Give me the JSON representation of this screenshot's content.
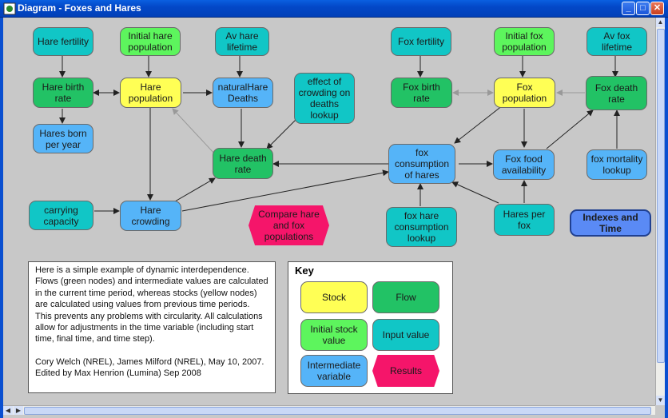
{
  "window": {
    "title": "Diagram - Foxes and Hares",
    "minimize_label": "_",
    "maximize_label": "□",
    "close_label": "✕"
  },
  "nodes": {
    "hare_fertility": "Hare fertility",
    "initial_hare_population": "Initial hare population",
    "av_hare_lifetime": "Av hare lifetime",
    "hare_birth_rate": "Hare birth rate",
    "hare_population": "Hare population",
    "natural_hare_deaths": "naturalHare Deaths",
    "effect_of_crowding": "effect of crowding on deaths lookup",
    "hares_born_per_year": "Hares born per year",
    "hare_death_rate": "Hare death rate",
    "carrying_capacity": "carrying capacity",
    "hare_crowding": "Hare crowding",
    "fox_fertility": "Fox fertility",
    "initial_fox_population": "Initial fox population",
    "av_fox_lifetime": "Av fox lifetime",
    "fox_birth_rate": "Fox birth rate",
    "fox_population": "Fox population",
    "fox_death_rate": "Fox death rate",
    "fox_consumption_of_hares": "fox consumption of hares",
    "fox_food_availability": "Fox food availability",
    "fox_mortality_lookup": "fox mortality lookup",
    "fox_hare_consumption_lookup": "fox hare consumption lookup",
    "hares_per_fox": "Hares per fox",
    "compare_populations": "Compare hare and fox populations",
    "indexes_and_time": "Indexes and Time"
  },
  "description": {
    "paragraph1": "Here is a simple example of dynamic interdependence. Flows (green nodes) and intermediate values are calculated in the current time period, whereas stocks (yellow nodes) are calculated using values from previous time periods. This prevents any problems with circularity. All calculations allow for adjustments in the time variable (including start time, final time, and time step).",
    "paragraph2": "Cory Welch (NREL), James Milford (NREL), May 10, 2007. Edited by Max Henrion (Lumina) Sep 2008"
  },
  "key": {
    "title": "Key",
    "stock": "Stock",
    "flow": "Flow",
    "initial_stock_value": "Initial stock value",
    "input_value": "Input value",
    "intermediate_variable": "Intermediate variable",
    "results": "Results"
  },
  "colors": {
    "stock": "#ffff55",
    "flow": "#22c265",
    "initial_stock": "#5df55d",
    "input": "#11c6c6",
    "intermediate": "#55b4f8",
    "result": "#f5156a",
    "module": "#5a8af5"
  }
}
